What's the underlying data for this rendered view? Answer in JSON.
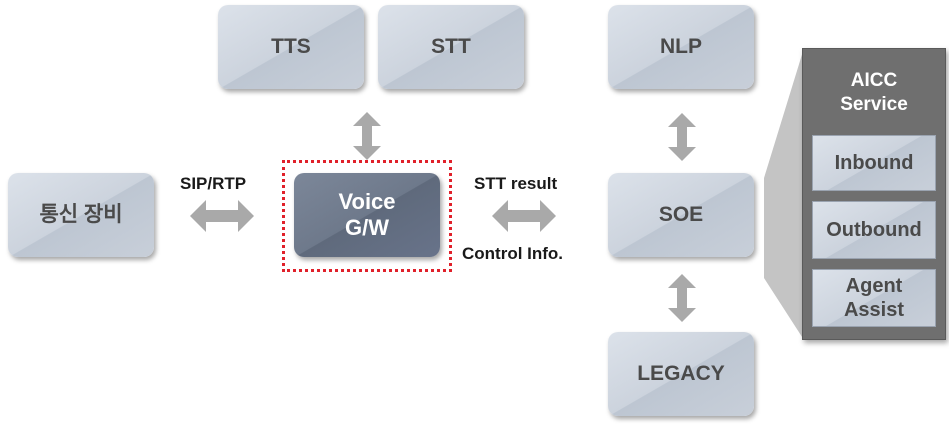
{
  "boxes": {
    "tts": "TTS",
    "stt": "STT",
    "nlp": "NLP",
    "comm_equipment": "통신 장비",
    "voice_gw_line1": "Voice",
    "voice_gw_line2": "G/W",
    "soe": "SOE",
    "legacy": "LEGACY"
  },
  "labels": {
    "sip_rtp": "SIP/RTP",
    "stt_result": "STT result",
    "control_info": "Control Info."
  },
  "aicc": {
    "title_line1": "AICC",
    "title_line2": "Service",
    "items": [
      {
        "line1": "Inbound",
        "line2": ""
      },
      {
        "line1": "Outbound",
        "line2": ""
      },
      {
        "line1": "Agent",
        "line2": "Assist"
      }
    ]
  },
  "colors": {
    "box_fill": "#ccd3dd",
    "box_text": "#4a4a4a",
    "voice_fill": "#6e798b",
    "highlight_border": "#e0202a",
    "arrow": "#a9a9a9",
    "panel": "#6f6f6f"
  }
}
